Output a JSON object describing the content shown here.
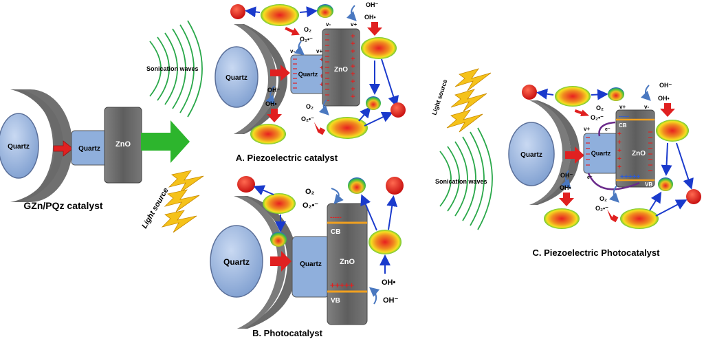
{
  "labels": {
    "quartz": "Quartz",
    "zno": "ZnO",
    "gzn_pqz_catalyst": "GZn/PQz catalyst",
    "piezoelectric_catalyst": "A. Piezoelectric catalyst",
    "photocatalyst": "B. Photocatalyst",
    "piezoelectric_photocatalyst": "C. Piezoelectric Photocatalyst",
    "sonication_waves": "Sonication waves",
    "light_source": "Light source",
    "cb": "CB",
    "vb": "VB",
    "v_minus": "v-",
    "v_plus": "v+",
    "oh_minus": "OH⁻",
    "oh_radical": "OH•",
    "o2": "O₂",
    "o2_radical": "O₂•⁻",
    "e_minus": "e⁻",
    "plus_row": "+++++",
    "minus_row": "-----"
  },
  "colors": {
    "quartz_fill": "#9db7e0",
    "zno_fill": "#6b6b6b",
    "shell_fill": "#707070",
    "arrow_red": "#e02020",
    "arrow_blue": "#1a3acc",
    "arrow_green": "#2db52d",
    "bolt_yellow": "#f5c21a",
    "wave_green": "#2aa84a",
    "band_orange": "#f0a020"
  }
}
